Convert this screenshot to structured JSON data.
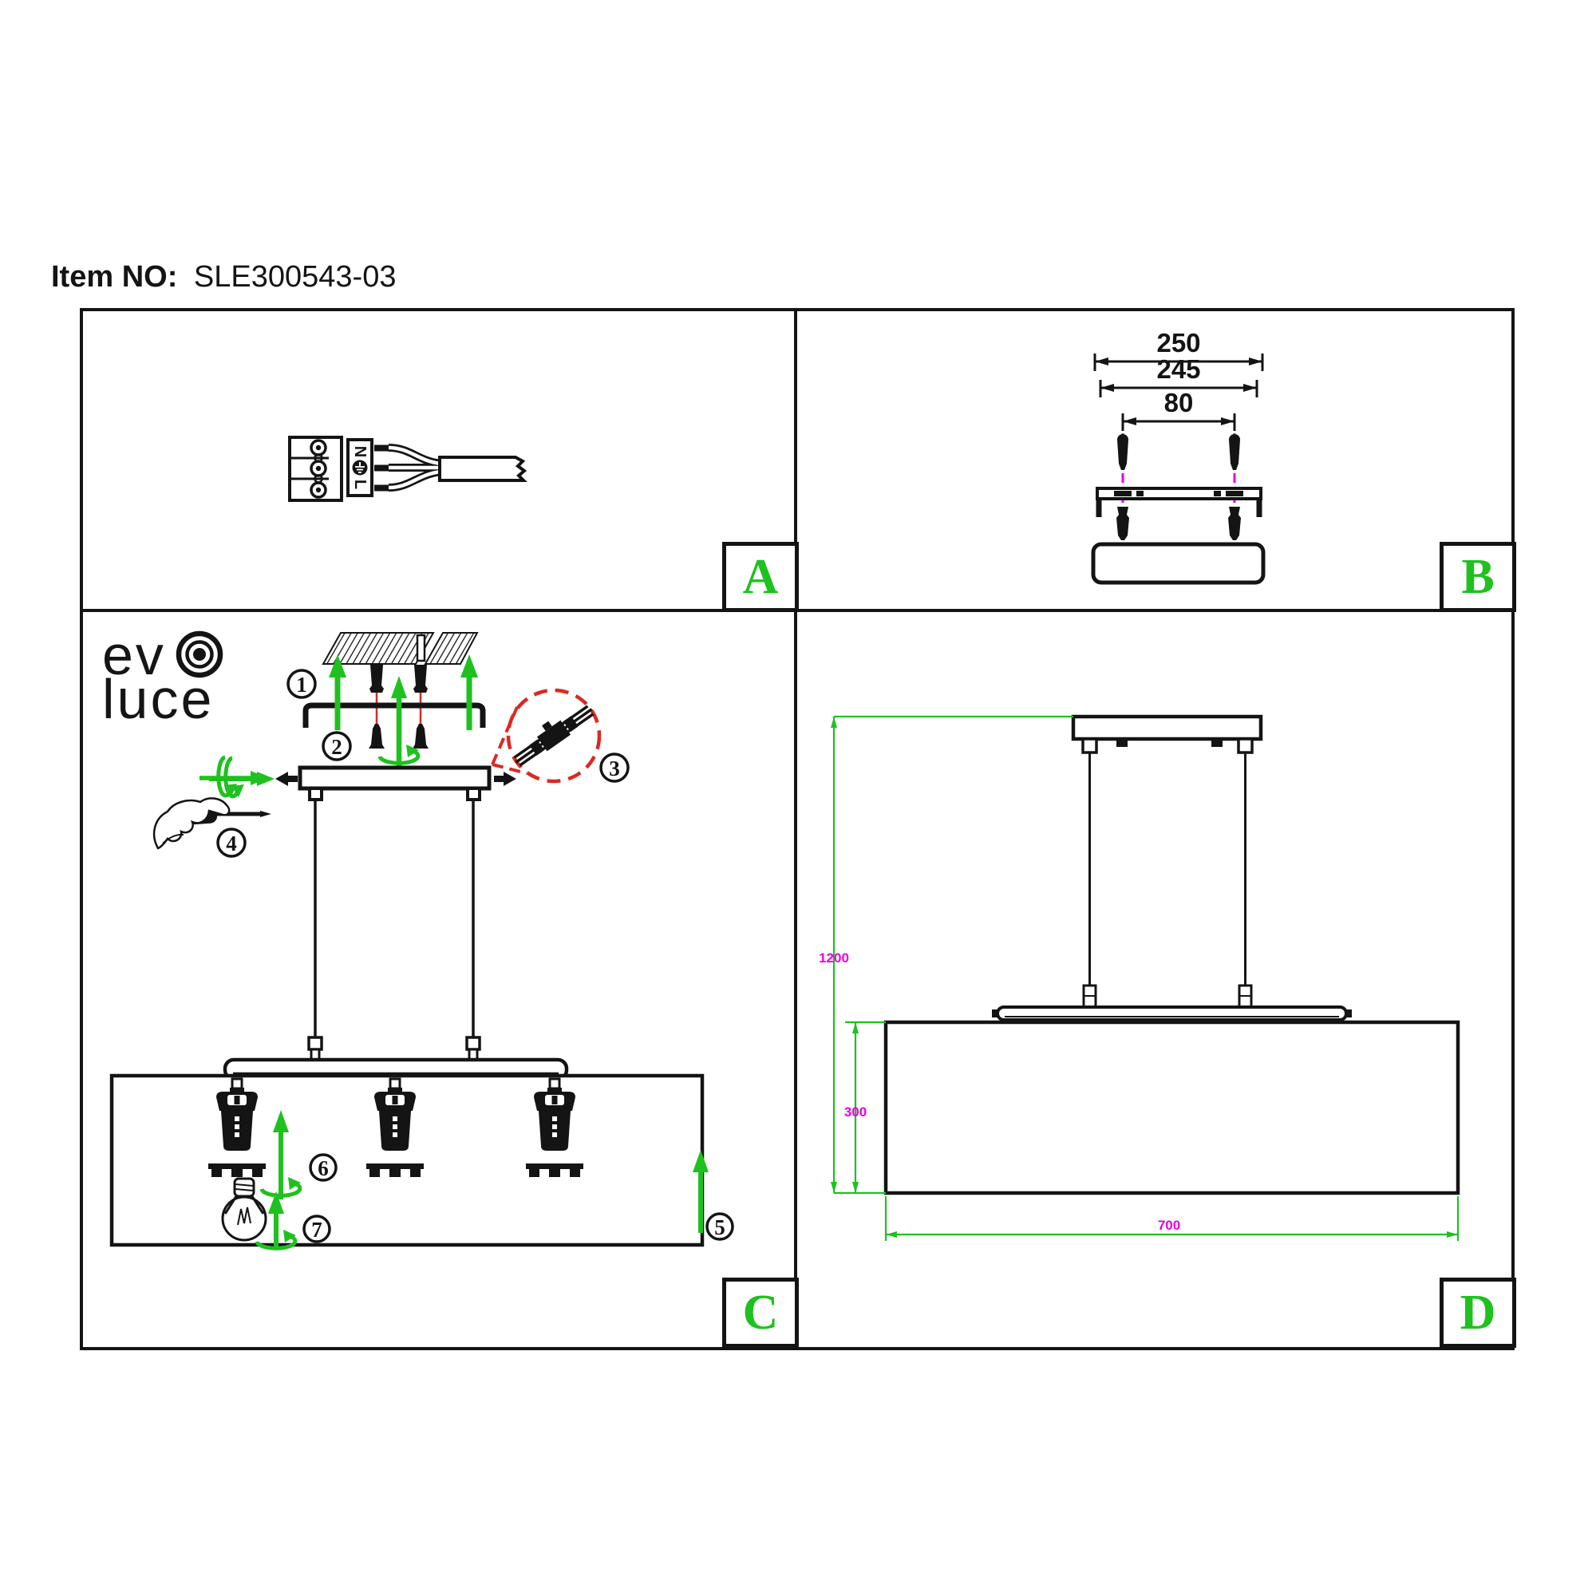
{
  "colors": {
    "green": "#1fc11f",
    "magenta": "#e800e8",
    "red": "#d92a21",
    "ink": "#141414"
  },
  "header": {
    "item_label": "Item NO:",
    "item_value": "SLE300543-03"
  },
  "logo": {
    "line1": "ev",
    "line2": "luce"
  },
  "panels": {
    "a": {
      "letter": "A",
      "terminal": {
        "n": "N",
        "l": "L",
        "ground_icon": "earth-ground-symbol"
      }
    },
    "b": {
      "letter": "B",
      "dims": [
        "250",
        "245",
        "80"
      ]
    },
    "c": {
      "letter": "C",
      "steps": [
        "1",
        "2",
        "3",
        "4",
        "5",
        "6",
        "7"
      ]
    },
    "d": {
      "letter": "D",
      "dims": {
        "total_height": "1200",
        "shade_height": "300",
        "width": "700"
      }
    }
  }
}
